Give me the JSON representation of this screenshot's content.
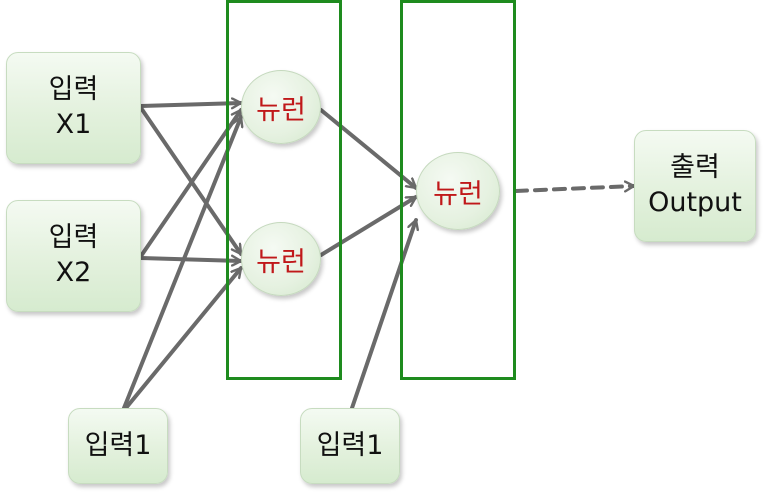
{
  "inputs": {
    "x1": {
      "line1": "입력",
      "line2": "X1"
    },
    "x2": {
      "line1": "입력",
      "line2": "X2"
    },
    "bias_hidden": "입력1",
    "bias_output": "입력1"
  },
  "neurons": {
    "hidden_1": "뉴런",
    "hidden_2": "뉴런",
    "output": "뉴런"
  },
  "output": {
    "line1": "출력",
    "line2": "Output"
  },
  "colors": {
    "arrow": "#6a6a6a",
    "layer_border": "#1e8b1e",
    "neuron_text": "#c0181a",
    "node_fill": "#e3f1dd"
  }
}
